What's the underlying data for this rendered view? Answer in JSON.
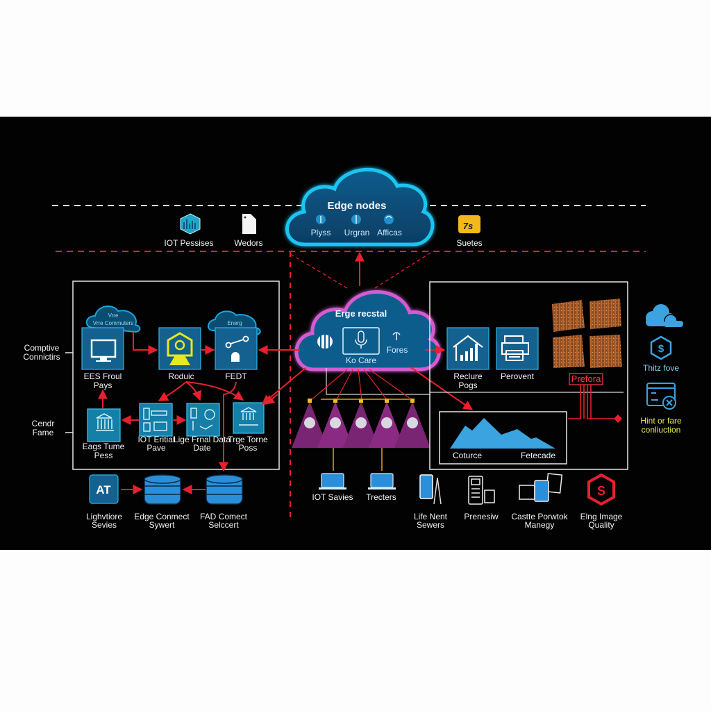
{
  "colors": {
    "background": "#020202",
    "page": "#fdfdfd",
    "accent_cyan": "#1fb6e8",
    "accent_magenta": "#d45bd0",
    "connector_red": "#e8202e",
    "tile_blue": "#14618f",
    "label_yellow": "#e8e84a"
  },
  "top_tier": {
    "cloud": {
      "title": "Edge nodes",
      "items": [
        {
          "label": "Plyss",
          "icon": "sensor-icon"
        },
        {
          "label": "Urgran",
          "icon": "probe-icon"
        },
        {
          "label": "Afficas",
          "icon": "signal-icon"
        }
      ]
    },
    "left_items": [
      {
        "label": "IOT Pessises",
        "icon": "iot-hexagon-icon"
      },
      {
        "label": "Wedors",
        "icon": "document-icon"
      }
    ],
    "right_items": [
      {
        "label": "Suetes",
        "icon": "tag-icon",
        "icon_text": "7s"
      }
    ]
  },
  "left_panel": {
    "side_labels": [
      {
        "label": "Comptive Connictirs"
      },
      {
        "label": "Cendr Fame"
      }
    ],
    "top_row": [
      {
        "label": "EES Froul Pays",
        "cloud_label": "Vrre Commuters",
        "icon": "monitor-icon"
      },
      {
        "label": "Roduic",
        "icon": "gear-house-icon"
      },
      {
        "label": "FEDT",
        "cloud_label": "Energ",
        "icon": "link-lock-icon"
      }
    ],
    "bottom_row": [
      {
        "label": "Eags Tume Pess",
        "icon": "bank-icon"
      },
      {
        "label": "IOT Eritial Pave",
        "icon": "devices-icon"
      },
      {
        "label": "Lige Frnal Data",
        "icon": "tools-icon"
      },
      {
        "label": "Trge Torne Poss",
        "icon": "institution-icon"
      }
    ]
  },
  "storage_row": [
    {
      "label": "Lighvtiore Sevies",
      "icon": "at-badge-icon",
      "icon_text": "AT"
    },
    {
      "label": "Edge Conmect Sywert",
      "icon": "database-icon"
    },
    {
      "label": "FAD Comect Selccert",
      "icon": "database-icon"
    }
  ],
  "center": {
    "cloud": {
      "title": "Erge recstal",
      "items": [
        {
          "label": "",
          "icon": "globe-icon"
        },
        {
          "label": "Ko Care",
          "icon": "microphone-icon"
        },
        {
          "label": "Fores",
          "icon": "antenna-icon"
        }
      ]
    },
    "node_count": 5,
    "devices": [
      {
        "label": "IOT Savies",
        "icon": "laptop-icon"
      },
      {
        "label": "Trecters",
        "icon": "laptop-icon"
      }
    ]
  },
  "right_panel": {
    "tiles": [
      {
        "label": "Reclure Pogs",
        "icon": "house-chart-icon"
      },
      {
        "label": "Perovent",
        "icon": "printer-icon"
      }
    ],
    "crates_label": "Prefora",
    "chart": {
      "left_label": "Coturce",
      "right_label": "Fetecade"
    }
  },
  "right_sidebar": [
    {
      "label": "",
      "icon": "cloud-icon"
    },
    {
      "label": "Thitz fove",
      "icon": "dollar-hexagon-icon"
    },
    {
      "label": "Hint or fare conliuction",
      "icon": "window-settings-icon"
    }
  ],
  "bottom_devices": [
    {
      "label": "Life Nent Sewers",
      "icon": "phone-icon"
    },
    {
      "label": "Prenesiw",
      "icon": "calculator-icon"
    },
    {
      "label": "Castte Porwtok Manegy",
      "icon": "tablet-stack-icon"
    },
    {
      "label": "Elng Image Quality",
      "icon": "s-hexagon-icon"
    }
  ]
}
